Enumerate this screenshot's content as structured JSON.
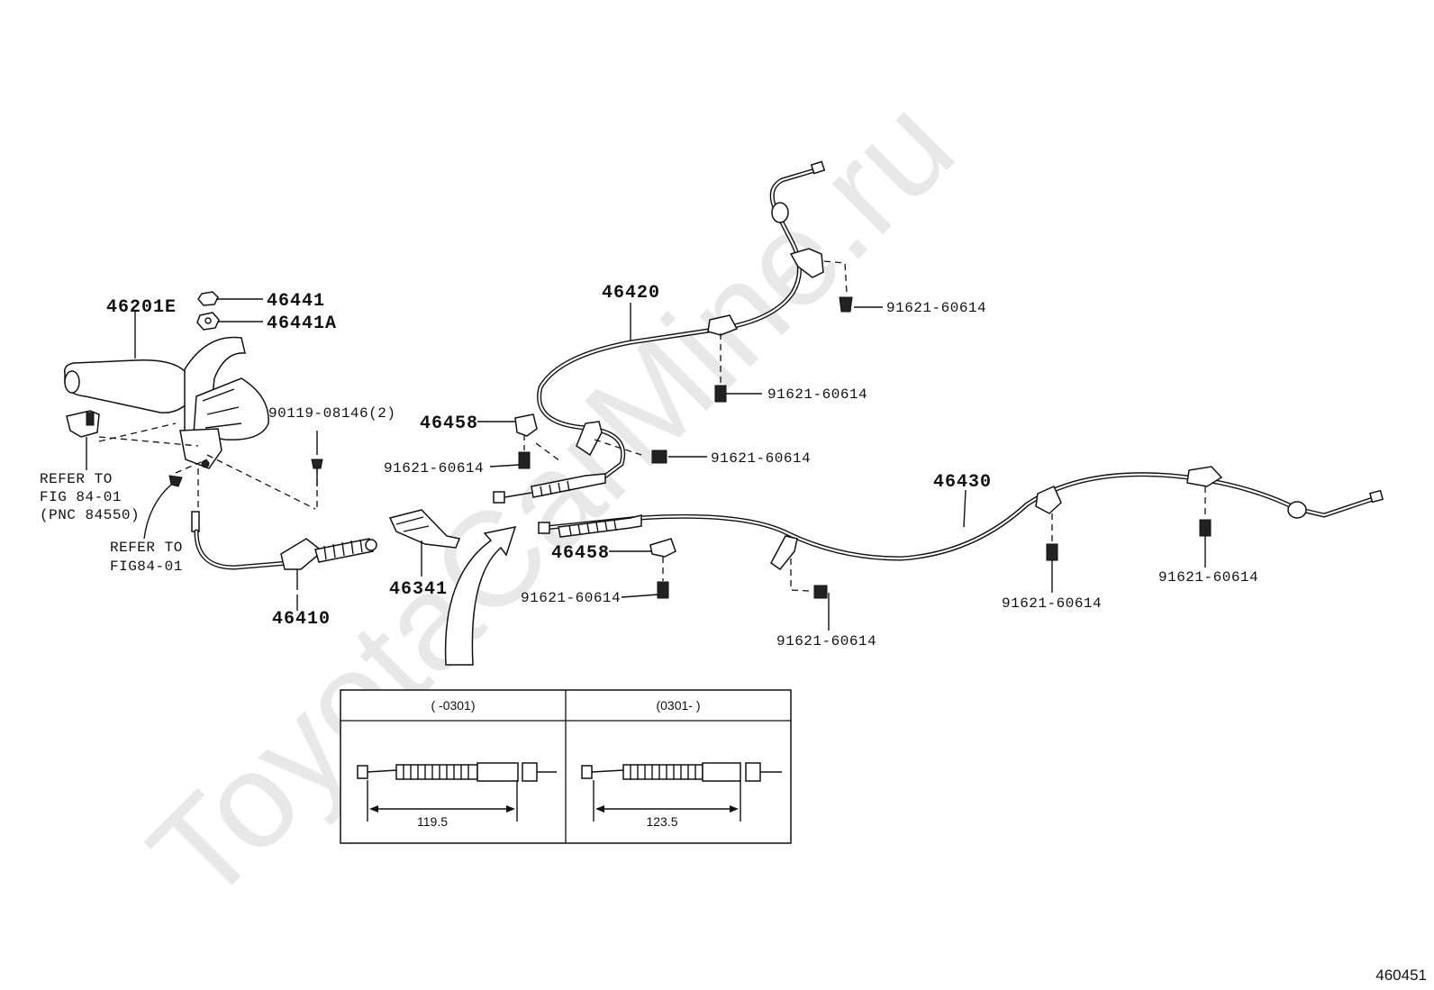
{
  "watermark": "ToyotaCarMine.ru",
  "labels": {
    "p46201E": "46201E",
    "p46441": "46441",
    "p46441A": "46441A",
    "p90119": "90119-08146(2)",
    "refer1_l1": "REFER TO",
    "refer1_l2": "FIG 84-01",
    "refer1_l3": "(PNC 84550)",
    "refer2_l1": "REFER TO",
    "refer2_l2": "FIG84-01",
    "p46410": "46410",
    "p46341": "46341",
    "p46420": "46420",
    "p46458a": "46458",
    "p46458b": "46458",
    "p46430": "46430",
    "bolt1": "91621-60614",
    "bolt2": "91621-60614",
    "bolt3": "91621-60614",
    "bolt4": "91621-60614",
    "bolt5": "91621-60614",
    "bolt6": "91621-60614",
    "bolt7": "91621-60614",
    "bolt8": "91621-60614"
  },
  "inset": {
    "left_header": "(      -0301)",
    "right_header": "(0301-      )",
    "left_dimension": "119.5",
    "right_dimension": "123.5"
  },
  "figure_code": "460451"
}
